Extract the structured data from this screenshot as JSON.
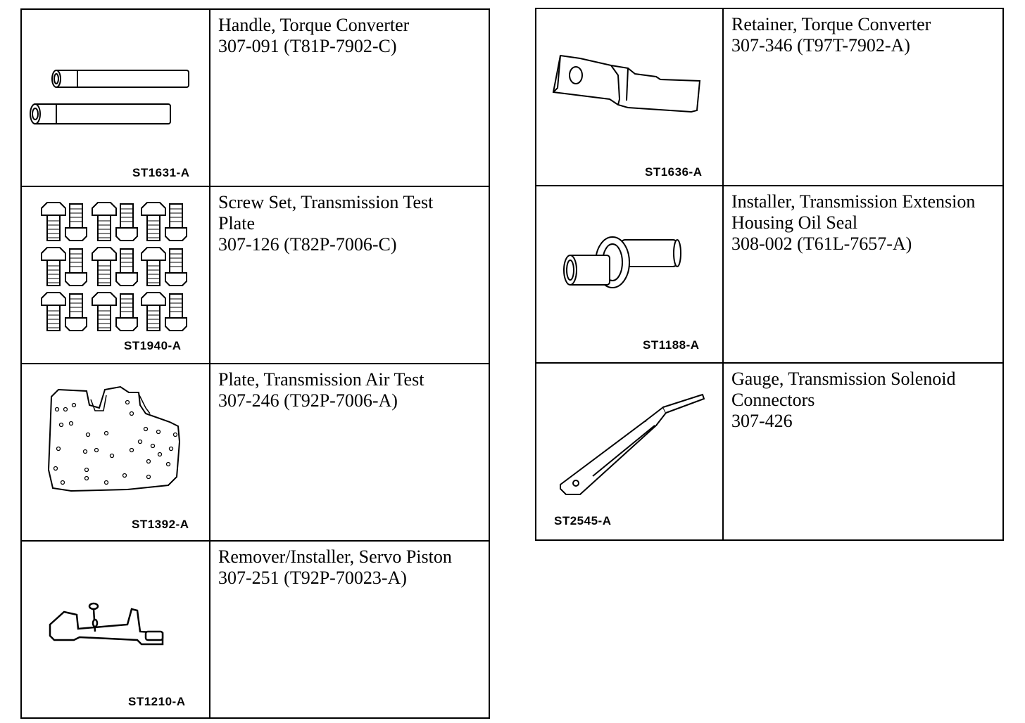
{
  "left_tools": [
    {
      "lines": [
        "Handle, Torque Converter",
        "307-091 (T81P-7902-C)"
      ],
      "code": "ST1631-A",
      "icon": "handle-bars-icon"
    },
    {
      "lines": [
        "Screw Set, Transmission Test",
        "Plate",
        "307-126 (T82P-7006-C)"
      ],
      "code": "ST1940-A",
      "icon": "screw-set-icon"
    },
    {
      "lines": [
        "Plate, Transmission Air Test",
        "307-246 (T92P-7006-A)"
      ],
      "code": "ST1392-A",
      "icon": "test-plate-icon"
    },
    {
      "lines": [
        "Remover/Installer, Servo Piston",
        "307-251 (T92P-70023-A)"
      ],
      "code": "ST1210-A",
      "icon": "servo-piston-tool-icon"
    }
  ],
  "right_tools": [
    {
      "lines": [
        "Retainer, Torque Converter",
        "307-346 (T97T-7902-A)"
      ],
      "code": "ST1636-A",
      "icon": "retainer-strap-icon"
    },
    {
      "lines": [
        "Installer, Transmission Extension",
        "Housing Oil Seal",
        "308-002 (T61L-7657-A)"
      ],
      "code": "ST1188-A",
      "icon": "seal-installer-icon"
    },
    {
      "lines": [
        "Gauge, Transmission Solenoid",
        "Connectors",
        "307-426"
      ],
      "code": "ST2545-A",
      "icon": "gauge-icon"
    }
  ]
}
